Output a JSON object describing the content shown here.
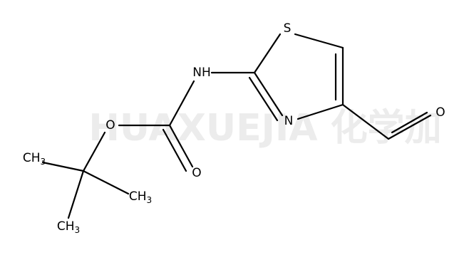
{
  "watermark": "HUAXUEJIA 化学加",
  "atoms": {
    "s": "S",
    "nh": "NH",
    "n": "N",
    "o_aldehyde": "O",
    "o_ester": "O",
    "o_carbonyl": "O",
    "ch3_top": {
      "main": "CH",
      "sub": "3"
    },
    "ch3_right": {
      "main": "CH",
      "sub": "3"
    },
    "ch3_bottom": {
      "main": "CH",
      "sub": "3"
    }
  }
}
